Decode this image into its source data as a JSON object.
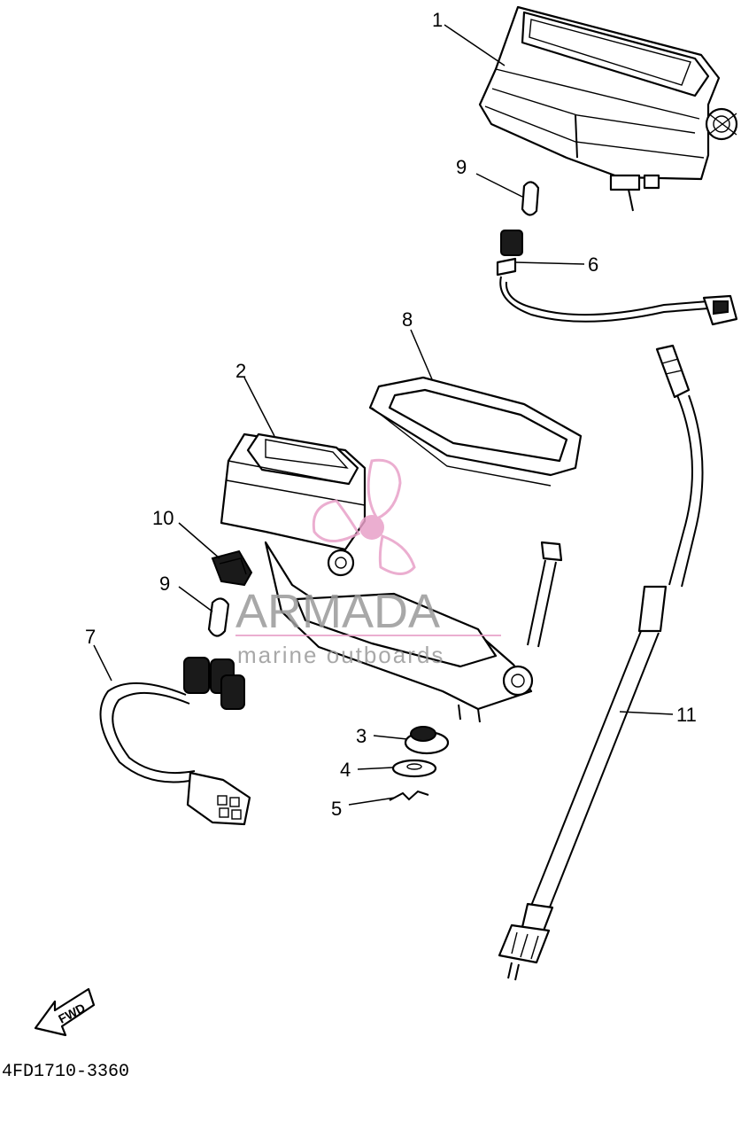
{
  "diagram": {
    "code": "4FD1710-3360",
    "fwd_label": "FWD",
    "callouts": {
      "c1": "1",
      "c2": "2",
      "c3": "3",
      "c4": "4",
      "c5": "5",
      "c6": "6",
      "c7": "7",
      "c8": "8",
      "c9a": "9",
      "c9b": "9",
      "c10": "10",
      "c11": "11"
    }
  },
  "watermark": {
    "brand": "ARMADA",
    "tagline": "marine outboards",
    "brand_color": "#e8a0c8",
    "text_color": "#9a9a9a"
  }
}
